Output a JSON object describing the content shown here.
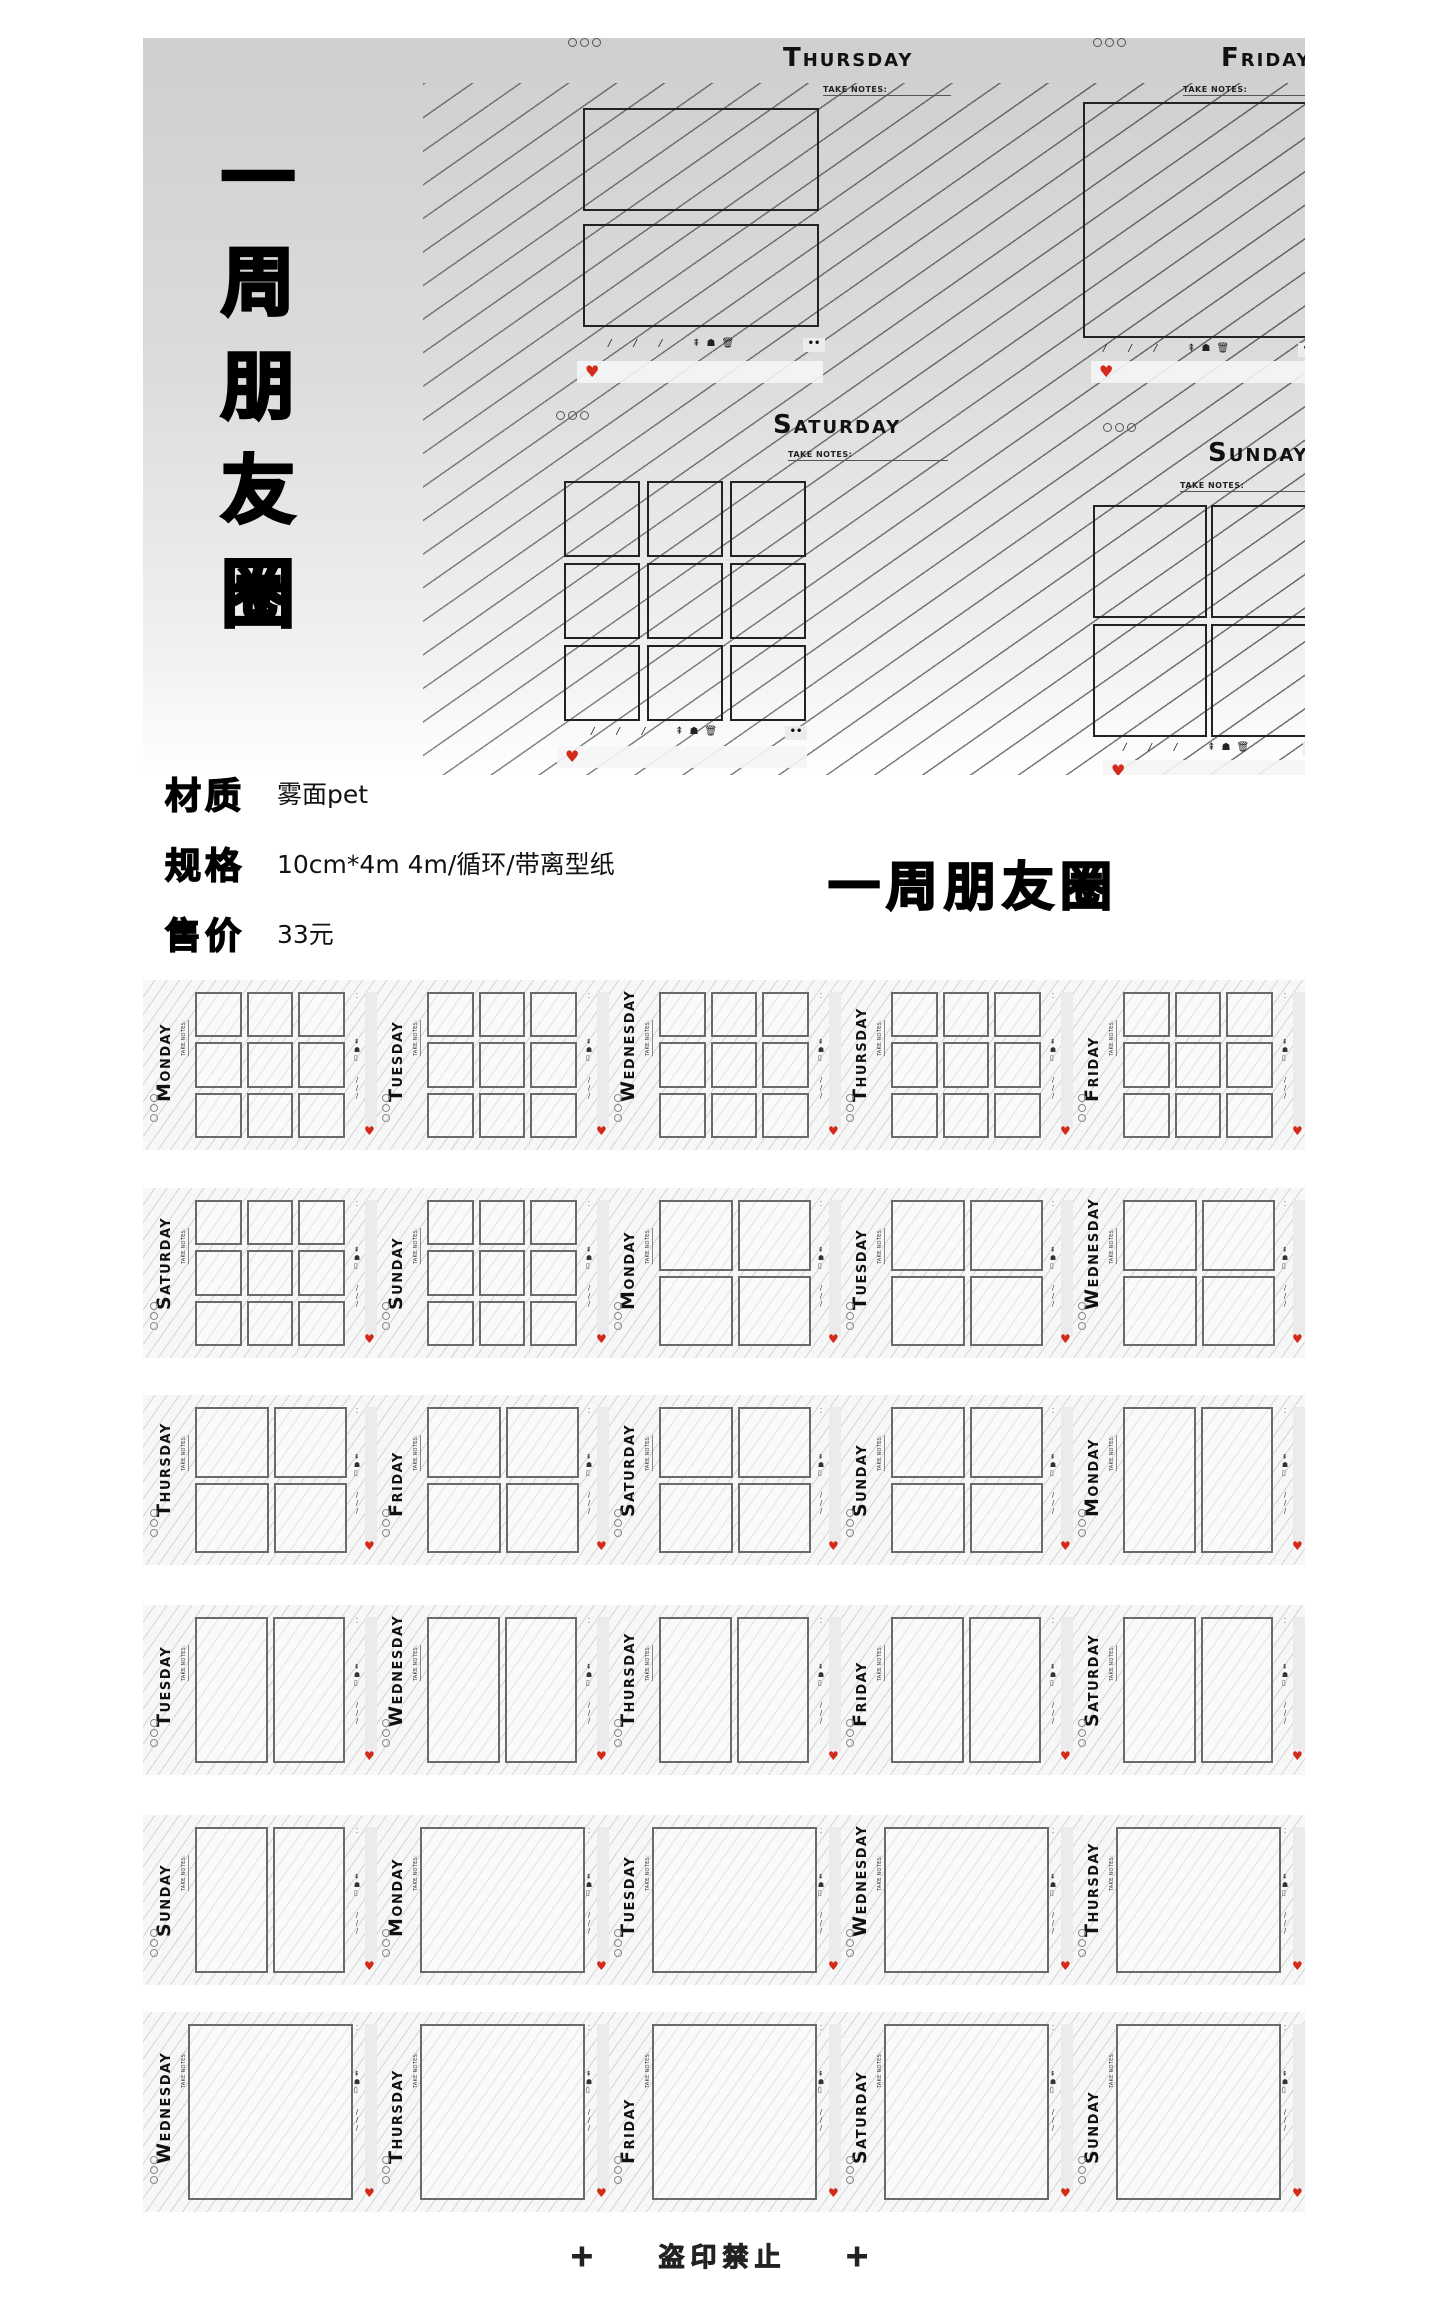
{
  "hero": {
    "title_chars": [
      "一",
      "周",
      "朋",
      "友",
      "圈"
    ],
    "preview_cards": [
      {
        "day": "Thursday",
        "notes_label": "TAKE NOTES:",
        "layout": "2-stacked",
        "dots": "○○○"
      },
      {
        "day": "Friday",
        "notes_label": "TAKE NOTES:",
        "layout": "1-big",
        "dots": "○○○"
      },
      {
        "day": "Saturday",
        "notes_label": "TAKE NOTES:",
        "layout": "3x3",
        "dots": "○○○"
      },
      {
        "day": "Sunday",
        "notes_label": "TAKE NOTES:",
        "layout": "2x2",
        "dots": "○○○"
      }
    ],
    "meta_slashes": [
      "/",
      "/",
      "/"
    ],
    "meta_icons": [
      "pin-icon",
      "user-icon",
      "trash-icon"
    ],
    "more_glyph": "••",
    "heart_glyph": "♥"
  },
  "specs": [
    {
      "key": "材质",
      "value": "雾面pet"
    },
    {
      "key": "规格",
      "value": "10cm*4m 4m/循环/带离型纸"
    },
    {
      "key": "售价",
      "value": "33元"
    }
  ],
  "mid_title": "一周朋友圈",
  "strips": [
    {
      "layout": "3x3",
      "days": [
        "Monday",
        "Tuesday",
        "Wednesday",
        "Thursday",
        "Friday"
      ]
    },
    {
      "layout": "mixed",
      "days": [
        "Saturday",
        "Sunday",
        "Monday",
        "Tuesday",
        "Wednesday"
      ],
      "layouts": [
        "3x3",
        "3x3",
        "2x2",
        "2x2",
        "2x2"
      ]
    },
    {
      "layout": "2x2-mixed",
      "days": [
        "Thursday",
        "Friday",
        "Saturday",
        "Sunday",
        "Monday"
      ],
      "layouts": [
        "2x2",
        "2x2",
        "2x2",
        "2x2",
        "1x2"
      ]
    },
    {
      "layout": "1x2",
      "days": [
        "Tuesday",
        "Wednesday",
        "Thursday",
        "Friday",
        "Saturday"
      ]
    },
    {
      "layout": "mixed",
      "days": [
        "Sunday",
        "Monday",
        "Tuesday",
        "Wednesday",
        "Thursday"
      ],
      "layouts": [
        "1x2",
        "1x1",
        "1x1",
        "1x1",
        "1x1"
      ]
    },
    {
      "layout": "1x1",
      "days": [
        "Wednesday",
        "Thursday",
        "Friday",
        "Saturday",
        "Sunday"
      ]
    }
  ],
  "strip_notes_label": "TAKE NOTES:",
  "footer": {
    "text": "盗印禁止",
    "plus": "+"
  },
  "colors": {
    "heart": "#d32a1a",
    "hero_bg_top": "#cfcfcf",
    "hero_bg_bottom": "#ffffff",
    "box_border": "#222222"
  }
}
